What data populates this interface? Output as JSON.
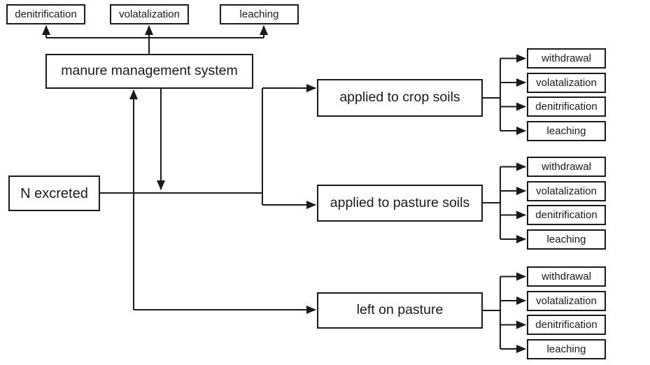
{
  "diagram": {
    "colors": {
      "line": "#1a1a1a",
      "border": "#1a1a1a",
      "text": "#1a1a1a",
      "box_fill": "#ffffff",
      "background": "#ffffff"
    },
    "top_losses": [
      {
        "label": "denitrification"
      },
      {
        "label": "volatalization"
      },
      {
        "label": "leaching"
      }
    ],
    "manure": {
      "label": "manure management system"
    },
    "source": {
      "label": "N excreted"
    },
    "pathways": [
      {
        "label": "applied to crop soils",
        "outputs": [
          "withdrawal",
          "volatalization",
          "denitrification",
          "leaching"
        ]
      },
      {
        "label": "applied to pasture soils",
        "outputs": [
          "withdrawal",
          "volatalization",
          "denitrification",
          "leaching"
        ]
      },
      {
        "label": "left on pasture",
        "outputs": [
          "withdrawal",
          "volatalization",
          "denitrification",
          "leaching"
        ]
      }
    ]
  }
}
